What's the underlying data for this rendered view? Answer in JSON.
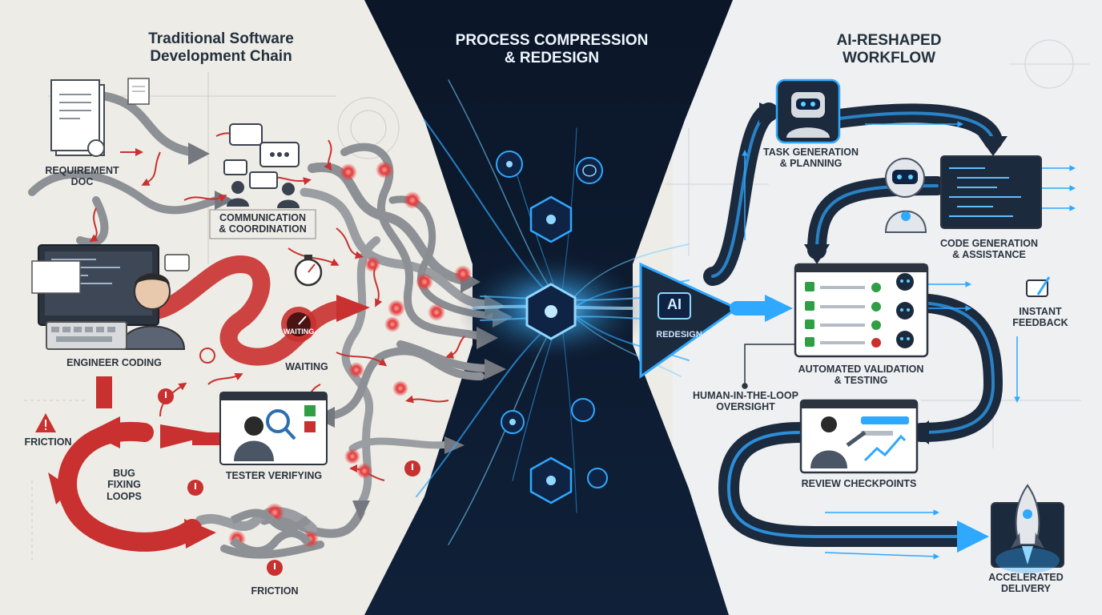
{
  "sections": {
    "left_title": "Traditional Software\nDevelopment Chain",
    "center_title": "PROCESS COMPRESSION\n& REDESIGN",
    "right_title": "AI-RESHAPED\nWORKFLOW"
  },
  "left": {
    "requirement_doc": "REQUIREMENT\nDOC",
    "communication": "COMMUNICATION\n& COORDINATION",
    "engineer_coding": "ENGINEER CODING",
    "waiting": "WAITING",
    "waiting_gauge": "WAITING",
    "friction_left": "FRICTION",
    "bug_loops": "BUG\nFIXING\nLOOPS",
    "tester": "TESTER VERIFYING",
    "friction_bottom": "FRICTION"
  },
  "center": {
    "ai_badge": "AI",
    "redesign": "REDESIGN"
  },
  "right": {
    "task_generation": "TASK GENERATION\n& PLANNING",
    "code_generation": "CODE GENERATION\n& ASSISTANCE",
    "instant_feedback": "INSTANT\nFEEDBACK",
    "automated_validation": "AUTOMATED VALIDATION\n& TESTING",
    "human_loop": "HUMAN-IN-THE-LOOP\nOVERSIGHT",
    "review_checkpoints": "REVIEW CHECKPOINTS",
    "accelerated_delivery": "ACCELERATED\nDELIVERY"
  },
  "colors": {
    "left_bg": "#eeece6",
    "center_bg": "#0d1a2e",
    "right_bg": "#eef0f2",
    "friction_red": "#c8312f",
    "neon_blue": "#2fa8ff",
    "dark_navy": "#1c2a3e",
    "gray_arrow": "#8d9095"
  },
  "icons": [
    "document-icon",
    "chat-bubbles-icon",
    "people-icon",
    "monitor-icon",
    "engineer-icon",
    "keyboard-icon",
    "stopwatch-icon",
    "gauge-icon",
    "warning-icon",
    "tester-icon",
    "magnifier-icon",
    "brain-icon",
    "network-node-icon",
    "ai-chip-icon",
    "robot-icon",
    "code-screen-icon",
    "checklist-icon",
    "feedback-icon",
    "dashboard-icon",
    "rocket-icon"
  ]
}
